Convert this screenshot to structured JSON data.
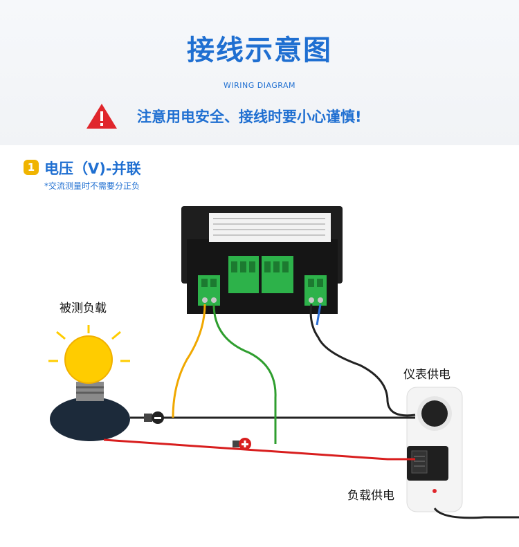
{
  "header": {
    "title": "接线示意图",
    "subtitle": "WIRING DIAGRAM",
    "warning": "注意用电安全、接线时要小心谨慎!"
  },
  "section": {
    "number": "1",
    "title": "电压（V)-并联",
    "note": "*交流测量时不需要分正负"
  },
  "labels": {
    "load": "被测负载",
    "meter_power": "仪表供电",
    "load_power": "负载供电"
  },
  "colors": {
    "accent": "#1f6fd1",
    "warning": "#e0262c",
    "terminal": "#2db24a",
    "wire_yellow": "#f0a800",
    "wire_green": "#2f9e2f",
    "wire_red": "#d81e1e",
    "wire_black": "#222222"
  }
}
